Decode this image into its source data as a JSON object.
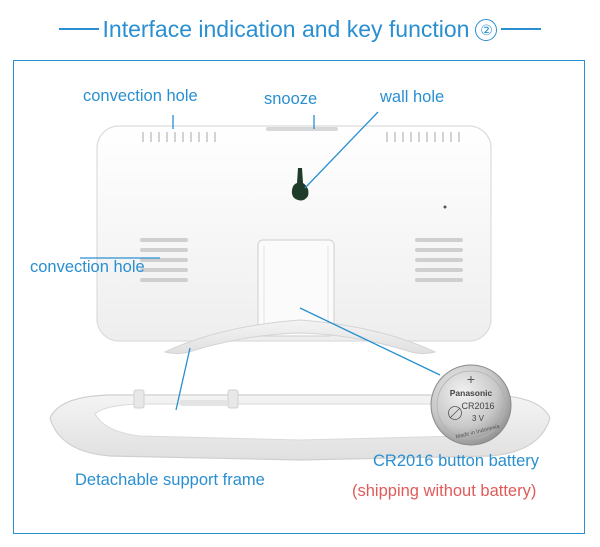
{
  "header": {
    "title": "Interface indication and key function",
    "number": "②"
  },
  "labels": {
    "convection_top": "convection hole",
    "snooze": "snooze",
    "wall_hole": "wall hole",
    "convection_left": "convection hole",
    "support_frame": "Detachable support frame",
    "battery": "CR2016 button battery",
    "battery_note": "(shipping without battery)"
  },
  "battery_print": {
    "plus": "+",
    "brand": "Panasonic",
    "model": "CR2016",
    "voltage": "3 V",
    "origin": "Made in Indonesia"
  },
  "colors": {
    "accent": "#2a8fd0",
    "note": "#e05a5a",
    "device": "#f7f7f7"
  }
}
